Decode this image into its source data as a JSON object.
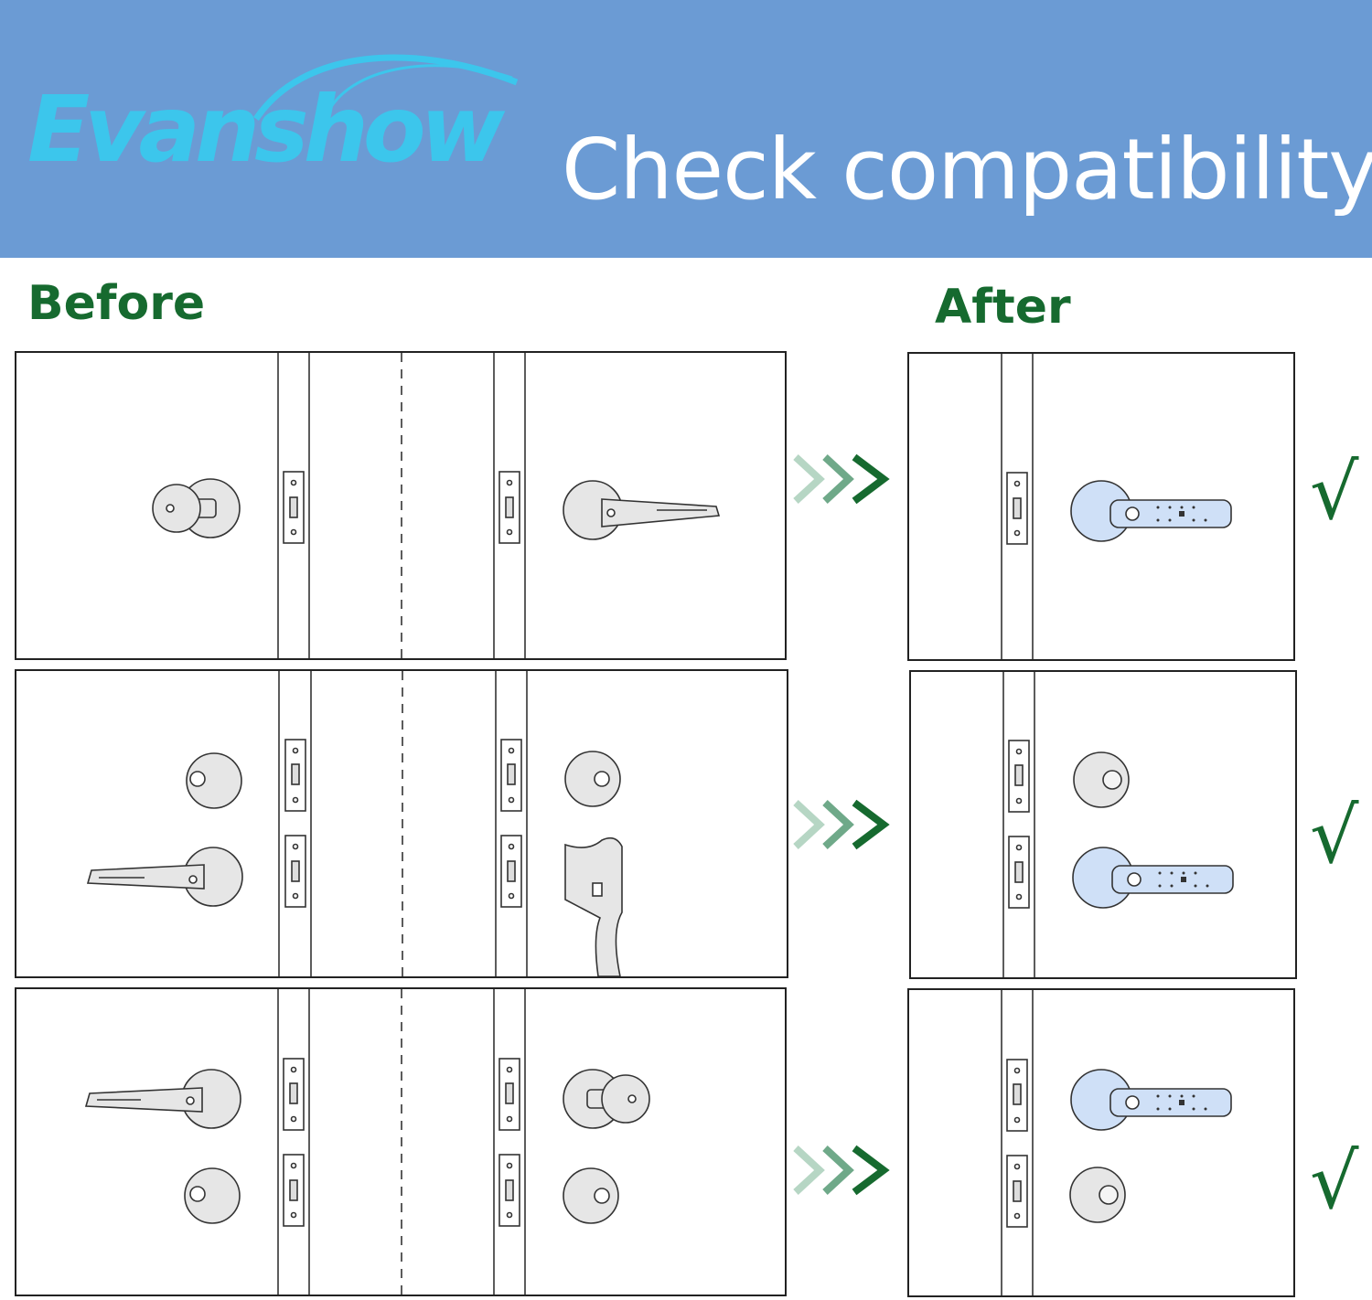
{
  "banner": {
    "logo_text": "Evanshow",
    "title": "Check compatibility",
    "background_color": "#6b9bd4",
    "logo_color": "#3cc6ec"
  },
  "labels": {
    "before": "Before",
    "after": "After"
  },
  "colors": {
    "accent_green": "#166a2f",
    "smart_lock_blue": "#cfe0f7",
    "hardware_gray": "#e6e6e6"
  },
  "rows": [
    {
      "before_left": [
        "knob"
      ],
      "before_right": [
        "lever"
      ],
      "after": [
        "smart-lever"
      ],
      "status": "√"
    },
    {
      "before_left": [
        "deadbolt",
        "lever"
      ],
      "before_right": [
        "deadbolt",
        "handleset"
      ],
      "after": [
        "deadbolt",
        "smart-lever"
      ],
      "status": "√"
    },
    {
      "before_left": [
        "lever",
        "deadbolt"
      ],
      "before_right": [
        "knob",
        "deadbolt"
      ],
      "after": [
        "smart-lever",
        "deadbolt"
      ],
      "status": "√"
    }
  ],
  "icons": {
    "arrow": "triple-chevron-right-icon",
    "check": "check-mark-icon"
  }
}
